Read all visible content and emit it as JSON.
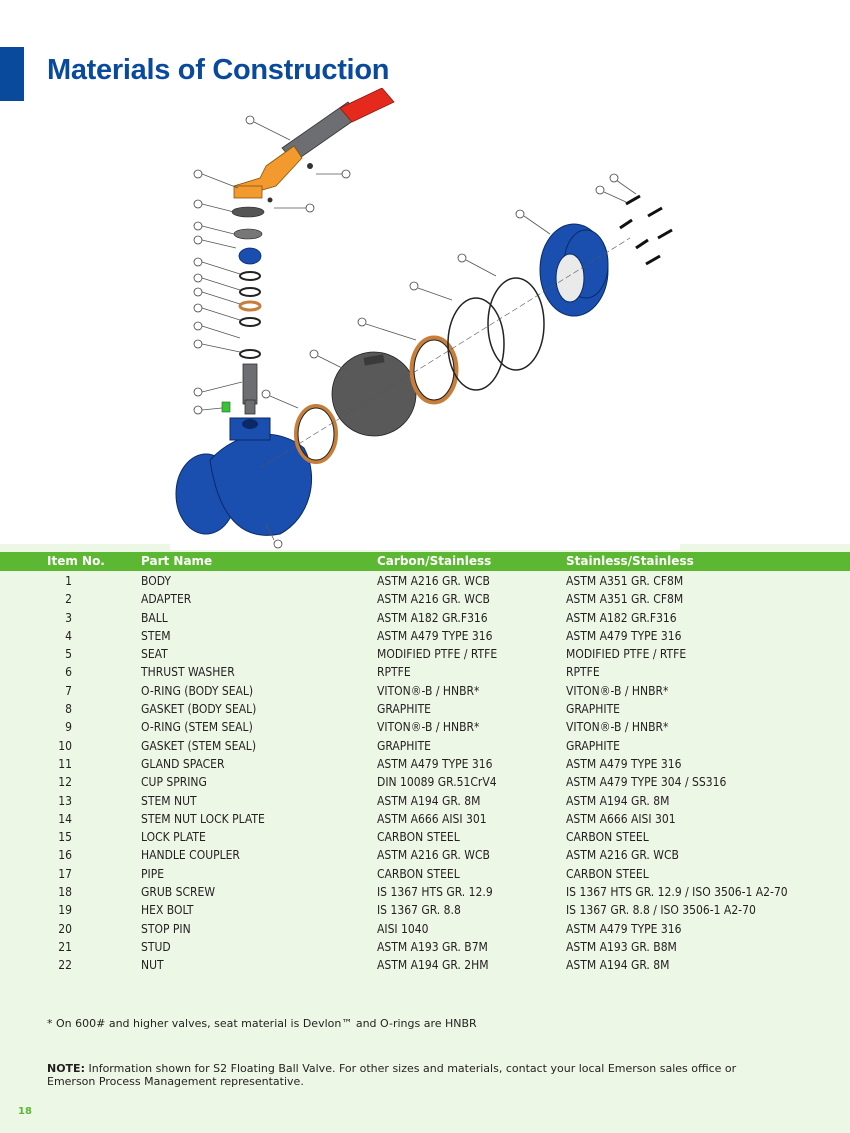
{
  "page": {
    "title": "Materials of Construction",
    "page_number": "18",
    "footnote": "* On 600# and higher valves, seat material is Devlon™ and O-rings are HNBR",
    "note_label": "NOTE:",
    "note_text": " Information shown for S2 Floating Ball Valve. For other sizes and materials, contact your local Emerson sales office or Emerson Process Management representative."
  },
  "colors": {
    "title_blue": "#0a4a9c",
    "header_green": "#5cb832",
    "table_bg": "#edf7e6",
    "valve_blue": "#1a4fb0",
    "handle_red": "#e52a1d",
    "coupler_orange": "#f29a2e",
    "seat_copper": "#c77e3a",
    "ball_gray": "#595959"
  },
  "table": {
    "headers": [
      "Item No.",
      "Part Name",
      "Carbon/Stainless",
      "Stainless/Stainless"
    ],
    "rows": [
      {
        "item": "1",
        "part": "BODY",
        "cs": "ASTM A216 GR. WCB",
        "ss": "ASTM A351 GR. CF8M"
      },
      {
        "item": "2",
        "part": "ADAPTER",
        "cs": "ASTM A216 GR. WCB",
        "ss": "ASTM A351 GR. CF8M"
      },
      {
        "item": "3",
        "part": "BALL",
        "cs": "ASTM A182 GR.F316",
        "ss": "ASTM A182 GR.F316"
      },
      {
        "item": "4",
        "part": "STEM",
        "cs": "ASTM A479 TYPE 316",
        "ss": "ASTM A479 TYPE 316"
      },
      {
        "item": "5",
        "part": "SEAT",
        "cs": "MODIFIED PTFE / RTFE",
        "ss": "MODIFIED PTFE / RTFE"
      },
      {
        "item": "6",
        "part": "THRUST WASHER",
        "cs": "RPTFE",
        "ss": "RPTFE"
      },
      {
        "item": "7",
        "part": "O-RING (BODY SEAL)",
        "cs": "VITON®-B / HNBR*",
        "ss": "VITON®-B / HNBR*"
      },
      {
        "item": "8",
        "part": "GASKET (BODY SEAL)",
        "cs": "GRAPHITE",
        "ss": "GRAPHITE"
      },
      {
        "item": "9",
        "part": "O-RING (STEM SEAL)",
        "cs": "VITON®-B / HNBR*",
        "ss": "VITON®-B / HNBR*"
      },
      {
        "item": "10",
        "part": "GASKET (STEM SEAL)",
        "cs": "GRAPHITE",
        "ss": "GRAPHITE"
      },
      {
        "item": "11",
        "part": "GLAND SPACER",
        "cs": "ASTM A479 TYPE 316",
        "ss": "ASTM A479 TYPE 316"
      },
      {
        "item": "12",
        "part": "CUP SPRING",
        "cs": "DIN 10089 GR.51CrV4",
        "ss": "ASTM A479 TYPE 304 / SS316"
      },
      {
        "item": "13",
        "part": "STEM NUT",
        "cs": "ASTM A194 GR. 8M",
        "ss": "ASTM A194 GR. 8M"
      },
      {
        "item": "14",
        "part": "STEM NUT LOCK PLATE",
        "cs": "ASTM A666 AISI 301",
        "ss": "ASTM A666 AISI 301"
      },
      {
        "item": "15",
        "part": "LOCK PLATE",
        "cs": "CARBON STEEL",
        "ss": "CARBON STEEL"
      },
      {
        "item": "16",
        "part": "HANDLE COUPLER",
        "cs": "ASTM A216 GR. WCB",
        "ss": "ASTM A216 GR. WCB"
      },
      {
        "item": "17",
        "part": "PIPE",
        "cs": "CARBON STEEL",
        "ss": "CARBON STEEL"
      },
      {
        "item": "18",
        "part": "GRUB SCREW",
        "cs": "IS 1367 HTS GR. 12.9",
        "ss": "IS 1367 HTS GR. 12.9 / ISO 3506-1 A2-70"
      },
      {
        "item": "19",
        "part": "HEX BOLT",
        "cs": "IS 1367 GR. 8.8",
        "ss": "IS 1367 GR. 8.8 / ISO 3506-1 A2-70"
      },
      {
        "item": "20",
        "part": "STOP PIN",
        "cs": "AISI 1040",
        "ss": "ASTM A479 TYPE 316"
      },
      {
        "item": "21",
        "part": "STUD",
        "cs": "ASTM A193 GR. B7M",
        "ss": "ASTM A193 GR. B8M"
      },
      {
        "item": "22",
        "part": "NUT",
        "cs": "ASTM A194 GR. 2HM",
        "ss": "ASTM A194 GR. 8M"
      }
    ]
  }
}
